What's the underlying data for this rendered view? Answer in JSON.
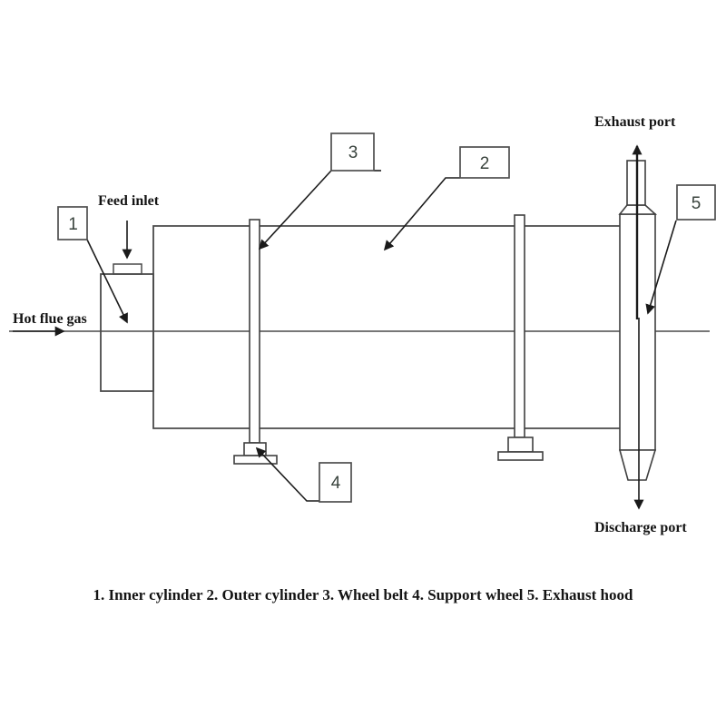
{
  "diagram": {
    "caption": "1. Inner cylinder 2. Outer cylinder 3. Wheel belt 4. Support wheel 5. Exhaust hood",
    "labels": {
      "feed_inlet": "Feed inlet",
      "hot_flue_gas": "Hot flue gas",
      "exhaust_port": "Exhaust port",
      "discharge_port": "Discharge port"
    },
    "callout_numbers": [
      "1",
      "2",
      "3",
      "4",
      "5"
    ],
    "legend_parts": [
      {
        "number": "1",
        "name": "Inner cylinder"
      },
      {
        "number": "2",
        "name": "Outer cylinder"
      },
      {
        "number": "3",
        "name": "Wheel belt"
      },
      {
        "number": "4",
        "name": "Support wheel"
      },
      {
        "number": "5",
        "name": "Exhaust hood"
      }
    ],
    "colors": {
      "background": "#ffffff",
      "structure_line": "#4a4a4a",
      "arrow_line": "#1c1c1c",
      "text": "#141414"
    }
  }
}
